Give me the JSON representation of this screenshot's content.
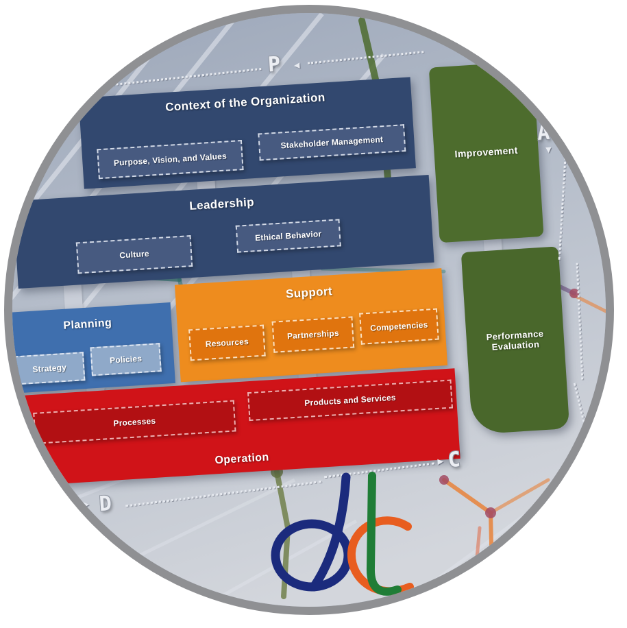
{
  "cycle": {
    "p": "P",
    "d": "D",
    "c": "C",
    "a": "A"
  },
  "icons": {
    "arrow_left": "◄",
    "arrow_right": "►",
    "arrow_down": "▼"
  },
  "boxes": {
    "context": {
      "title": "Context of the Organization",
      "items": {
        "purpose": "Purpose, Vision, and Values",
        "stakeholder": "Stakeholder Management"
      }
    },
    "leadership": {
      "title": "Leadership",
      "items": {
        "culture": "Culture",
        "ethical": "Ethical Behavior"
      }
    },
    "planning": {
      "title": "Planning",
      "items": {
        "strategy": "Strategy",
        "policies": "Policies"
      }
    },
    "support": {
      "title": "Support",
      "items": {
        "resources": "Resources",
        "partnerships": "Partnerships",
        "competencies": "Competencies"
      }
    },
    "operation": {
      "title": "Operation",
      "items": {
        "processes": "Processes",
        "products": "Products and Services"
      }
    },
    "improvement": {
      "title": "Improvement"
    },
    "performance": {
      "title": "Performance Evaluation"
    }
  },
  "colors": {
    "navy": "#32486f",
    "navy_sub": "#475a80",
    "blue": "#3f6fae",
    "blue_sub": "#8fa9c9",
    "orange": "#ee8c1e",
    "orange_sub": "#e0740e",
    "red": "#d01318",
    "red_sub": "#b21013",
    "green": "#4d6c2d",
    "ring": "#8f9093"
  }
}
